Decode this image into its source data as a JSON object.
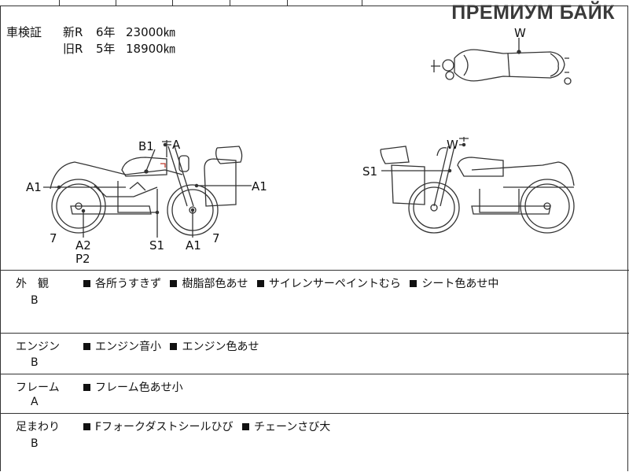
{
  "watermark": "ПРЕМИУМ БАЙК",
  "inspection": {
    "label": "車検証",
    "rows": [
      {
        "type": "新R",
        "year": "6年",
        "km": "23000㎞"
      },
      {
        "type": "旧R",
        "year": "5年",
        "km": "18900㎞"
      }
    ]
  },
  "diagram_labels": {
    "top_w": "W",
    "left": {
      "b1": "B1",
      "a_top": "A",
      "a1_left": "A1",
      "a1_right": "A1",
      "seven_left": "7",
      "a2": "A2",
      "p2": "P2",
      "s1": "S1",
      "a1_bottom": "A1",
      "seven_right": "7"
    },
    "right": {
      "w": "W",
      "s1": "S1"
    }
  },
  "sections": [
    {
      "name": "外　観",
      "grade": "B",
      "notes": [
        "各所うすきず",
        "樹脂部色あせ",
        "サイレンサーペイントむら",
        "シート色あせ中"
      ]
    },
    {
      "name": "エンジン",
      "grade": "B",
      "notes": [
        "エンジン音小",
        "エンジン色あせ"
      ]
    },
    {
      "name": "フレーム",
      "grade": "A",
      "notes": [
        "フレーム色あせ小"
      ]
    },
    {
      "name": "足まわり",
      "grade": "B",
      "notes": [
        "Fフォークダストシールひび",
        "チェーンさび大"
      ]
    }
  ],
  "colors": {
    "line": "#333333",
    "marker": "#c0392b"
  }
}
